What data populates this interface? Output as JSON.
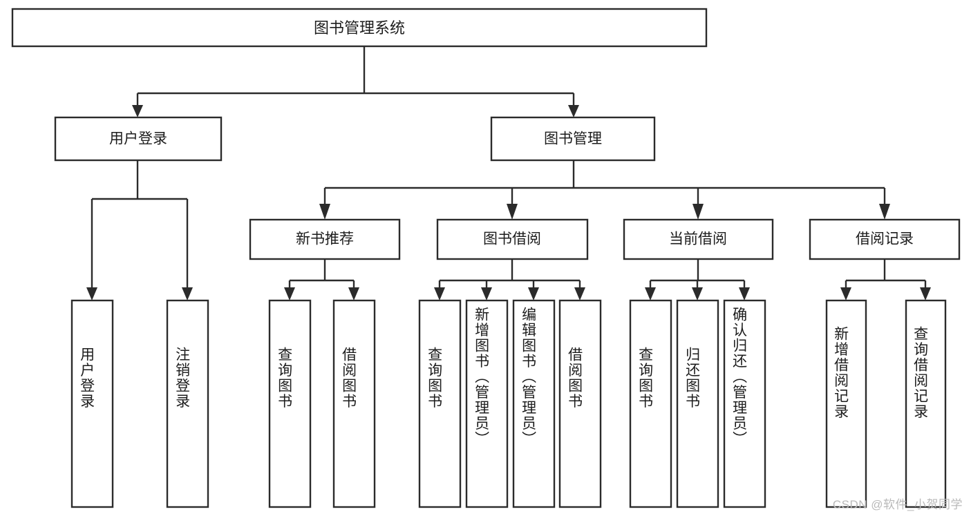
{
  "diagram": {
    "title": "图书管理系统",
    "watermark": "CSDN @软件_小贺同学",
    "colors": {
      "background": "#ffffff",
      "stroke": "#2b2b2b",
      "text": "#1c1c1c",
      "watermark": "#b9b9b9"
    },
    "levels": {
      "root": {
        "label": "图书管理系统"
      },
      "level2": [
        {
          "label": "用户登录"
        },
        {
          "label": "图书管理"
        }
      ],
      "level3": [
        {
          "label": "新书推荐"
        },
        {
          "label": "图书借阅"
        },
        {
          "label": "当前借阅"
        },
        {
          "label": "借阅记录"
        }
      ],
      "leaves": {
        "user_login": [
          {
            "label": "用户登录"
          },
          {
            "label": "注销登录"
          }
        ],
        "new_book_recommend": [
          {
            "label": "查询图书"
          },
          {
            "label": "借阅图书"
          }
        ],
        "book_borrow": [
          {
            "label": "查询图书"
          },
          {
            "label": "新增图书（管理员）"
          },
          {
            "label": "编辑图书（管理员）"
          },
          {
            "label": "借阅图书"
          }
        ],
        "current_borrow": [
          {
            "label": "查询图书"
          },
          {
            "label": "归还图书"
          },
          {
            "label": "确认归还（管理员）"
          }
        ],
        "borrow_record": [
          {
            "label": "新增借阅记录"
          },
          {
            "label": "查询借阅记录"
          }
        ]
      }
    }
  }
}
